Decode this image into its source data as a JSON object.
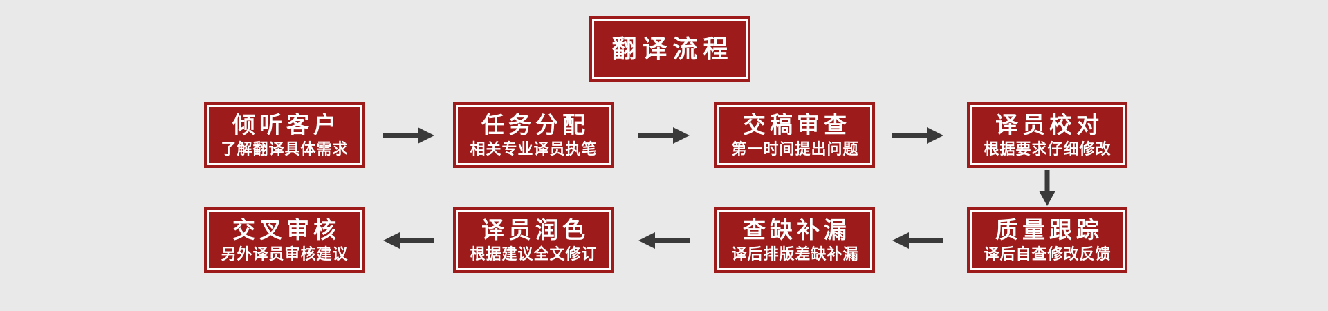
{
  "diagram": {
    "title": "翻译流程",
    "type": "flowchart",
    "flow_order": [
      "倾听客户",
      "任务分配",
      "交稿审查",
      "译员校对",
      "质量跟踪",
      "查缺补漏",
      "译员润色",
      "交叉审核"
    ],
    "steps": [
      {
        "title": "倾听客户",
        "subtitle": "了解翻译具体需求"
      },
      {
        "title": "任务分配",
        "subtitle": "相关专业译员执笔"
      },
      {
        "title": "交稿审查",
        "subtitle": "第一时间提出问题"
      },
      {
        "title": "译员校对",
        "subtitle": "根据要求仔细修改"
      },
      {
        "title": "质量跟踪",
        "subtitle": "译后自查修改反馈"
      },
      {
        "title": "查缺补漏",
        "subtitle": "译后排版差缺补漏"
      },
      {
        "title": "译员润色",
        "subtitle": "根据建议全文修订"
      },
      {
        "title": "交叉审核",
        "subtitle": "另外译员审核建议"
      }
    ],
    "arrows": [
      {
        "icon": "arrow-right-icon",
        "from": "倾听客户",
        "to": "任务分配"
      },
      {
        "icon": "arrow-right-icon",
        "from": "任务分配",
        "to": "交稿审查"
      },
      {
        "icon": "arrow-right-icon",
        "from": "交稿审查",
        "to": "译员校对"
      },
      {
        "icon": "arrow-down-icon",
        "from": "译员校对",
        "to": "质量跟踪"
      },
      {
        "icon": "arrow-left-icon",
        "from": "质量跟踪",
        "to": "查缺补漏"
      },
      {
        "icon": "arrow-left-icon",
        "from": "查缺补漏",
        "to": "译员润色"
      },
      {
        "icon": "arrow-left-icon",
        "from": "译员润色",
        "to": "交叉审核"
      }
    ],
    "colors": {
      "box_fill": "#9E1B1B",
      "box_inner_border": "#FFFFFF",
      "text": "#FFFFFF",
      "arrow": "#3A3A3A",
      "background": "#E9E9E9"
    }
  }
}
